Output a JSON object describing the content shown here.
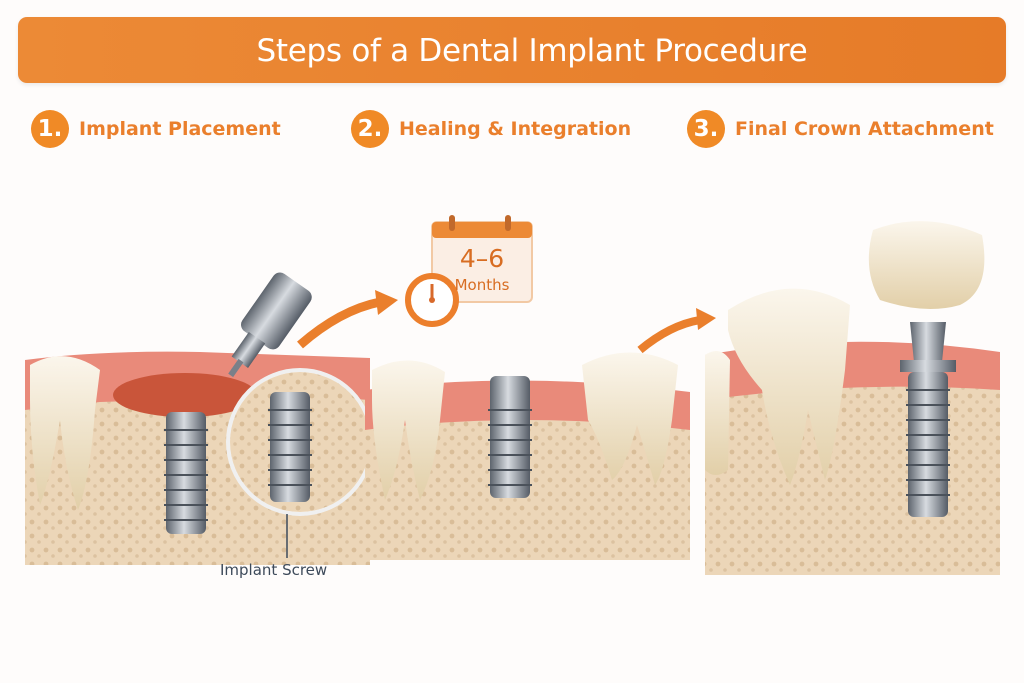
{
  "title": "Steps of a Dental Implant Procedure",
  "steps": [
    {
      "number": "1.",
      "label": "Implant Placement"
    },
    {
      "number": "2.",
      "label": "Healing & Integration"
    },
    {
      "number": "3.",
      "label": "Final Crown Attachment"
    }
  ],
  "calendar": {
    "duration": "4–6",
    "unit": "Months"
  },
  "callout": "Implant Screw",
  "colors": {
    "accent": "#e8812e",
    "gum": "#e98a7a",
    "bone": "#ead3b4",
    "tooth": "#f3ead8",
    "metal": "#8a9099"
  }
}
